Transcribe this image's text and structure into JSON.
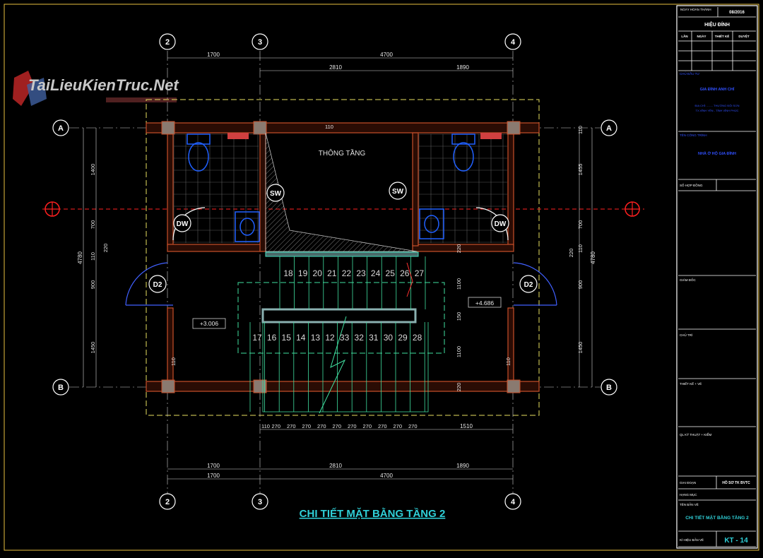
{
  "watermark": {
    "text": "TaiLieuKienTruc.Net"
  },
  "grid": {
    "columns": [
      "2",
      "3",
      "4"
    ],
    "rows": [
      "A",
      "B"
    ]
  },
  "dims": {
    "top_overall": "4700",
    "top_left": "1700",
    "top_mid": "2810",
    "top_right": "1890",
    "bottom_mid": "2810",
    "bottom_left": "1700",
    "bottom_right": "1890",
    "bottom_overall_left": "1700",
    "bottom_overall": "4700",
    "stair_treads": [
      "110",
      "270",
      "270",
      "270",
      "270",
      "270",
      "270",
      "270",
      "270",
      "270",
      "270"
    ],
    "stair_tail": "1510",
    "left_overall": "4780",
    "left_parts": [
      "1400",
      "700",
      "110",
      "220",
      "900",
      "1450"
    ],
    "right_overall": "4780",
    "right_parts": [
      "110",
      "1455",
      "700",
      "110",
      "220",
      "900",
      "1450"
    ],
    "wall_110_a": "110",
    "wall_110_b": "110",
    "wall_110_c": "110",
    "wall_220_a": "220",
    "wall_220_b": "220",
    "slab_1100_a": "1100",
    "slab_1100_b": "1100",
    "slab_150": "150"
  },
  "plan": {
    "void_label": "THÔNG TẦNG",
    "sw": "SW",
    "dw": "DW",
    "d2": "D2",
    "level_left": "+3.006",
    "level_right": "+4.686",
    "steps_upper": [
      "18",
      "19",
      "20",
      "21",
      "22",
      "23",
      "24",
      "25",
      "26",
      "27"
    ],
    "steps_lower": [
      "17",
      "16",
      "15",
      "14",
      "13",
      "12",
      "33",
      "32",
      "31",
      "30",
      "29",
      "28"
    ]
  },
  "title": "CHI TIẾT MẶT BẰNG TẦNG 2",
  "titleblock": {
    "date_label": "NGÀY HOÀN THÀNH",
    "date_value": "08/2016",
    "revision_heading": "HIỆU ĐÍNH",
    "rev_cols": [
      "LẦN",
      "NGÀY",
      "THIẾT KẾ",
      "DUYỆT"
    ],
    "owner_label": "CHỦ ĐẦU TƯ",
    "owner_value": "GIA ĐÌNH ANH CHÍ",
    "address_line1": "ĐỊA CHỈ: ........ THƯỜNG ĐỘI SƠN",
    "address_line2": "TX.VĨNH YÊN - TỈNH VĨNH PHÚC",
    "project_label": "TÊN CÔNG TRÌNH",
    "project_value": "NHÀ Ở HỘ GIA ĐÌNH",
    "contract_label": "SỐ HỢP ĐỒNG",
    "director_label": "GIÁM ĐỐC",
    "lead_label": "CHỦ TRÌ",
    "design_label": "THIẾT KẾ + VẼ",
    "qc_label": "QL KỸ THUẬT + KIỂM",
    "stage_label": "GIAI ĐOẠN",
    "stage_value": "HỒ SƠ TK BVTC",
    "item_label": "HẠNG MỤC",
    "drawing_label": "TÊN BẢN VẼ",
    "drawing_value": "CHI TIẾT MẶT BẰNG TẦNG 2",
    "code_label": "KÍ HIỆU BẢN VẼ",
    "code_value": "KT - 14"
  },
  "colors": {
    "wall": "#c8502a",
    "dim": "#e8e8e8",
    "cyan": "#2fd0d8",
    "green": "#40e0a0",
    "yellow": "#e8e060",
    "red": "#ff2020",
    "blue": "#2020ff"
  }
}
